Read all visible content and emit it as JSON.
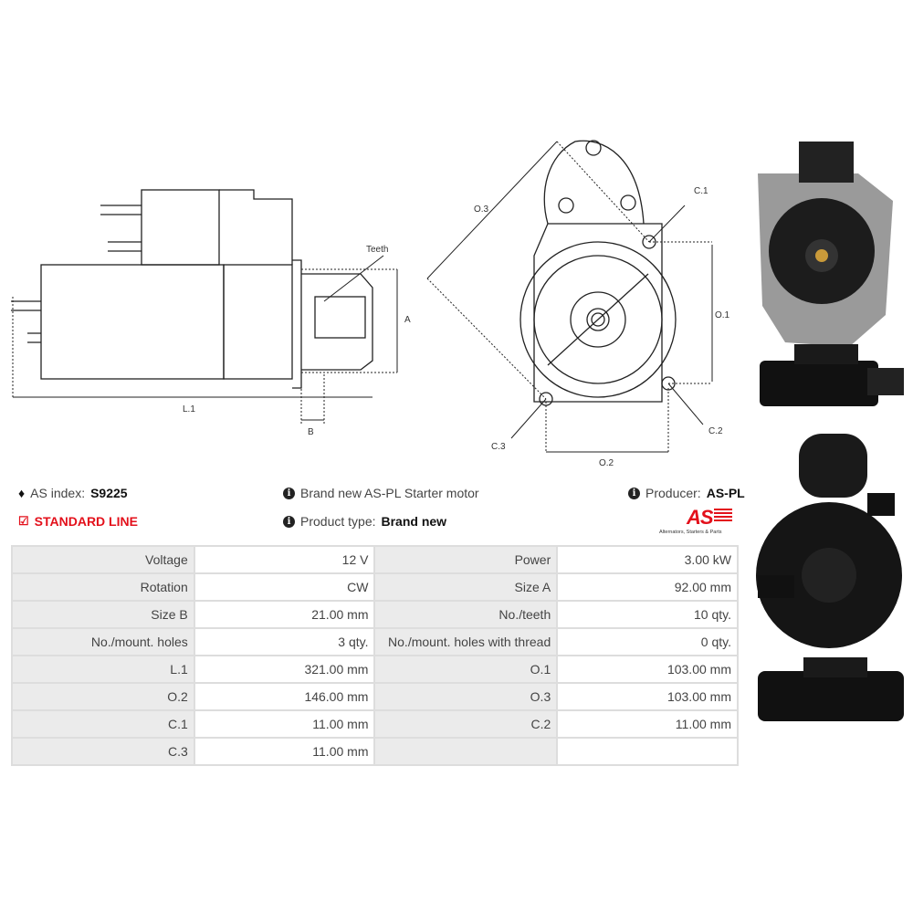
{
  "diagram_labels": {
    "teeth": "Teeth",
    "a": "A",
    "b": "B",
    "l1": "L.1",
    "o1": "O.1",
    "o2": "O.2",
    "o3": "O.3",
    "c1": "C.1",
    "c2": "C.2",
    "c3": "C.3"
  },
  "info": {
    "index_label": "AS index:",
    "index_value": "S9225",
    "line": "STANDARD LINE",
    "description": "Brand new AS-PL Starter motor",
    "type_label": "Product type:",
    "type_value": "Brand new",
    "producer_label": "Producer:",
    "producer_value": "AS-PL",
    "logo_text": "AS",
    "logo_tagline": "Alternators, Starters & Parts"
  },
  "specs": [
    [
      {
        "l": "Voltage",
        "v": "12 V"
      },
      {
        "l": "Power",
        "v": "3.00 kW"
      }
    ],
    [
      {
        "l": "Rotation",
        "v": "CW"
      },
      {
        "l": "Size A",
        "v": "92.00 mm"
      }
    ],
    [
      {
        "l": "Size B",
        "v": "21.00 mm"
      },
      {
        "l": "No./teeth",
        "v": "10 qty."
      }
    ],
    [
      {
        "l": "No./mount. holes",
        "v": "3 qty."
      },
      {
        "l": "No./mount. holes with thread",
        "v": "0 qty."
      }
    ],
    [
      {
        "l": "L.1",
        "v": "321.00 mm"
      },
      {
        "l": "O.1",
        "v": "103.00 mm"
      }
    ],
    [
      {
        "l": "O.2",
        "v": "146.00 mm"
      },
      {
        "l": "O.3",
        "v": "103.00 mm"
      }
    ],
    [
      {
        "l": "C.1",
        "v": "11.00 mm"
      },
      {
        "l": "C.2",
        "v": "11.00 mm"
      }
    ],
    [
      {
        "l": "C.3",
        "v": "11.00 mm"
      },
      {
        "l": "",
        "v": ""
      }
    ]
  ]
}
